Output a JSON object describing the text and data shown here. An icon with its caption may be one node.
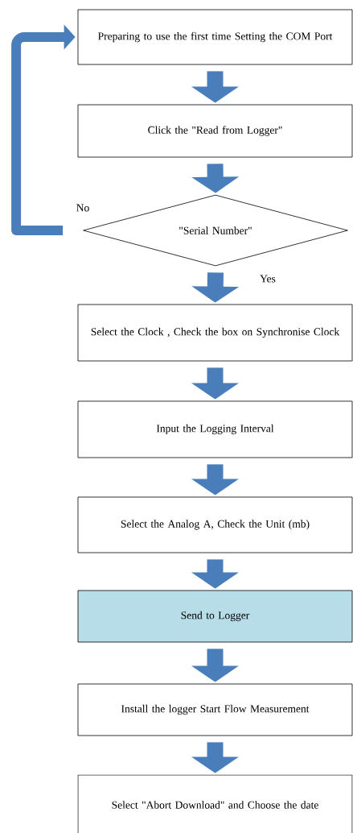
{
  "diagram": {
    "nodes": [
      {
        "text": [
          "Preparing to use the first time Setting the COM Port"
        ]
      },
      {
        "text": [
          "Click the \"Read from Logger\""
        ]
      },
      {
        "text": [
          "\"Serial Number\""
        ]
      },
      {
        "text": [
          "Select the Clock , Check the box on Synchronise Clock"
        ]
      },
      {
        "text": [
          "Input the Logging Interval"
        ]
      },
      {
        "text": [
          "Select the Analog A, Check the Unit (mb)"
        ]
      },
      {
        "text": [
          "Send to Logger"
        ]
      },
      {
        "text": [
          "Install the logger Start Flow Measurement"
        ]
      },
      {
        "text": [
          "Select \"Abort Download\" and Choose the date"
        ]
      }
    ],
    "edges": [
      {
        "from": 0,
        "to": 1,
        "arrow": "to"
      },
      {
        "from": 1,
        "to": 2,
        "arrow": "to"
      },
      {
        "from": 2,
        "to": 3,
        "arrow": "to",
        "label": "Yes"
      },
      {
        "from": 2,
        "to": 0,
        "arrow": "to",
        "label": "No"
      },
      {
        "from": 3,
        "to": 4,
        "arrow": "to"
      },
      {
        "from": 4,
        "to": 5,
        "arrow": "to"
      },
      {
        "from": 5,
        "to": 6,
        "arrow": "to"
      },
      {
        "from": 6,
        "to": 7,
        "arrow": "to"
      },
      {
        "from": 7,
        "to": 8,
        "arrow": "to"
      }
    ]
  }
}
